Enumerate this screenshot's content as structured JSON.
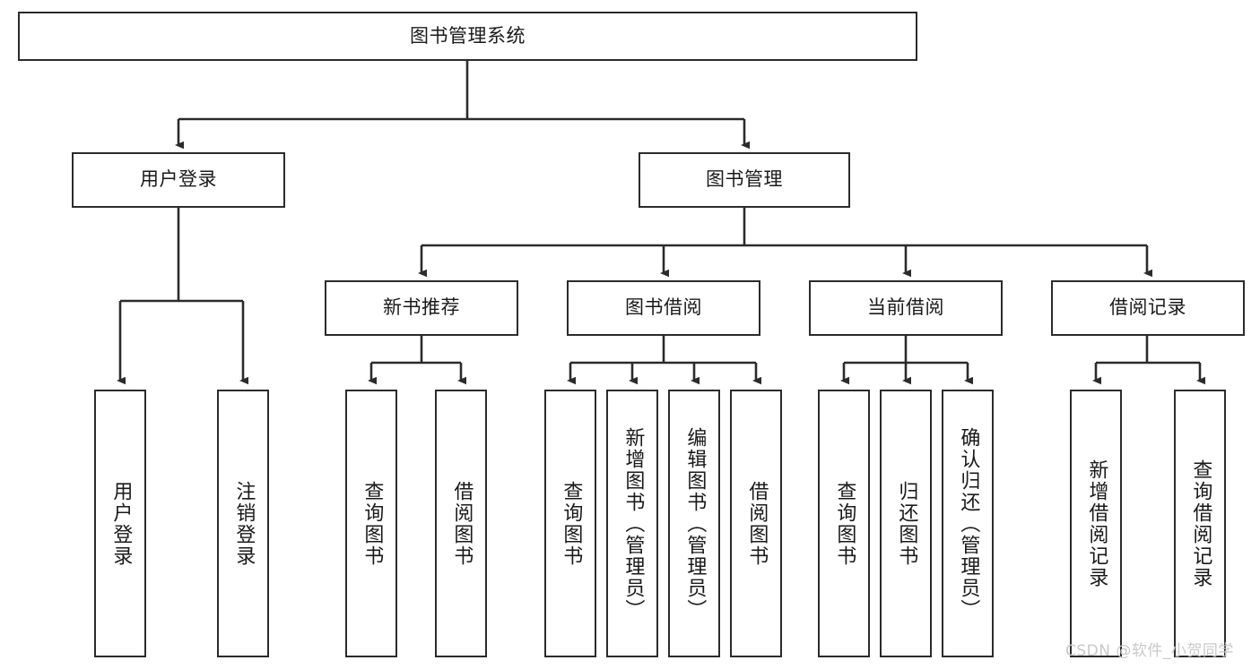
{
  "diagram": {
    "title": "图书管理系统",
    "type": "tree-hierarchy",
    "watermark": "CSDN @软件_小贺同学",
    "colors": {
      "border": "#2b2b2b",
      "background": "#ffffff",
      "text": "#1a1a1a",
      "watermark": "#c9c9c9"
    }
  },
  "nodes": {
    "root": {
      "label": "图书管理系统"
    },
    "level2": [
      {
        "label": "用户登录"
      },
      {
        "label": "图书管理"
      }
    ],
    "level3": [
      {
        "label": "新书推荐"
      },
      {
        "label": "图书借阅"
      },
      {
        "label": "当前借阅"
      },
      {
        "label": "借阅记录"
      }
    ],
    "leaves": {
      "user_login": [
        {
          "label": "用户登录"
        },
        {
          "label": "注销登录"
        }
      ],
      "new_book_recommend": [
        {
          "label": "查询图书"
        },
        {
          "label": "借阅图书"
        }
      ],
      "book_borrow": [
        {
          "label": "查询图书"
        },
        {
          "label": "新增图书（管理员）"
        },
        {
          "label": "编辑图书（管理员）"
        },
        {
          "label": "借阅图书"
        }
      ],
      "current_borrow": [
        {
          "label": "查询图书"
        },
        {
          "label": "归还图书"
        },
        {
          "label": "确认归还（管理员）"
        }
      ],
      "borrow_record": [
        {
          "label": "新增借阅记录"
        },
        {
          "label": "查询借阅记录"
        }
      ]
    }
  }
}
